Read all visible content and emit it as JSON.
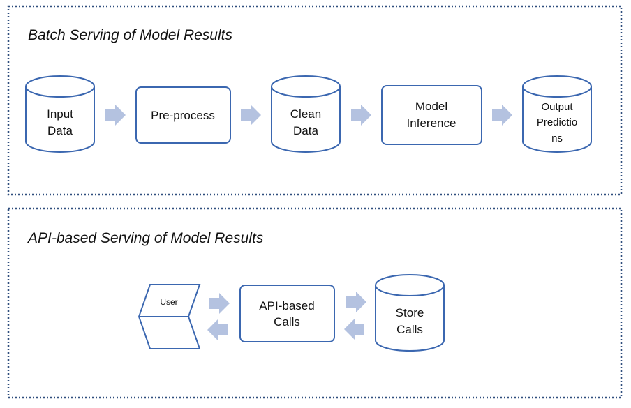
{
  "batch_panel": {
    "title": "Batch Serving of Model Results",
    "nodes": {
      "input_data": [
        "Input",
        "Data"
      ],
      "preprocess": [
        "Pre-process"
      ],
      "clean_data": [
        "Clean",
        "Data"
      ],
      "model_inference": [
        "Model",
        "Inference"
      ],
      "output_predictions": [
        "Output",
        "Predictio",
        "ns"
      ]
    }
  },
  "api_panel": {
    "title": "API-based Serving of Model Results",
    "nodes": {
      "user": [
        "User"
      ],
      "api_calls": [
        "API-based",
        "Calls"
      ],
      "store_calls": [
        "Store",
        "Calls"
      ]
    }
  },
  "colors": {
    "stroke": "#3b67b0",
    "arrow": "#b4c2e0",
    "panel_border": "#2f4e7d"
  }
}
